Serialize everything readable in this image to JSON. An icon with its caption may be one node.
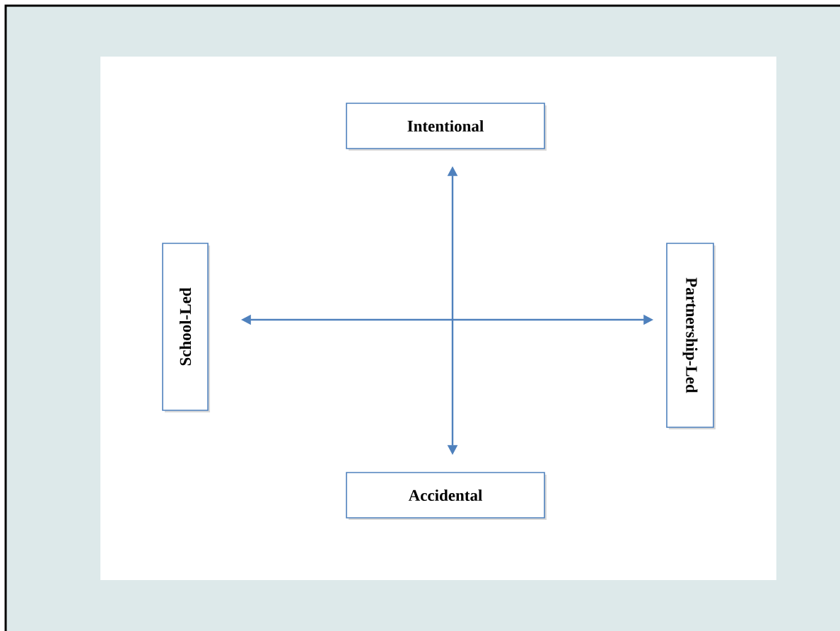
{
  "diagram": {
    "nodes": [
      {
        "text": [
          "Intentional"
        ]
      },
      {
        "text": [
          "School-Led"
        ]
      },
      {
        "text": [
          "Partnership-Led"
        ]
      },
      {
        "text": [
          "Accidental"
        ]
      }
    ],
    "edges": [
      {
        "from": 3,
        "to": 0,
        "arrow": "both"
      },
      {
        "from": 1,
        "to": 2,
        "arrow": "both"
      }
    ]
  }
}
